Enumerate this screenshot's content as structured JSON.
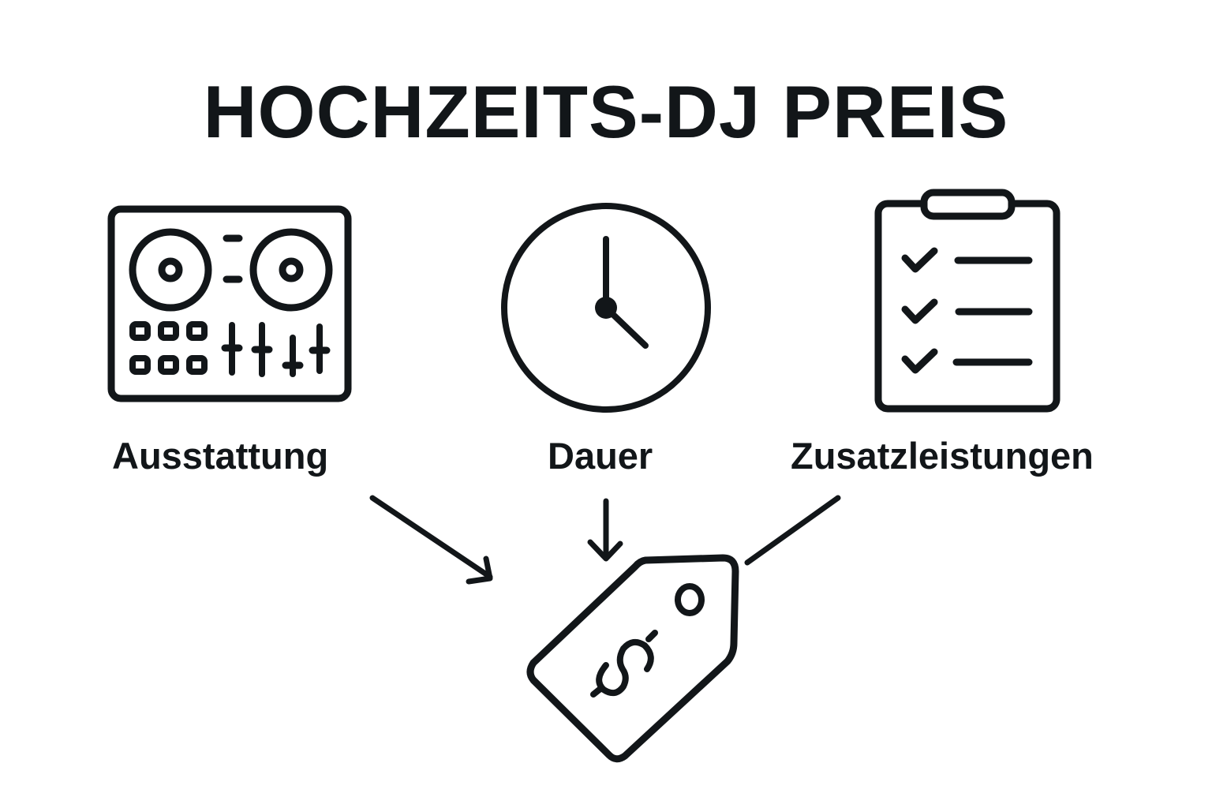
{
  "title": "HOCHZEITS-DJ PREIS",
  "factors": [
    {
      "label": "Ausstattung",
      "icon": "dj-controller-icon"
    },
    {
      "label": "Dauer",
      "icon": "clock-icon"
    },
    {
      "label": "Zusatzleistungen",
      "icon": "checklist-clipboard-icon"
    }
  ],
  "result": {
    "icon": "price-tag-dollar-icon",
    "symbol": "$"
  },
  "colors": {
    "ink": "#121619",
    "background": "#ffffff"
  }
}
